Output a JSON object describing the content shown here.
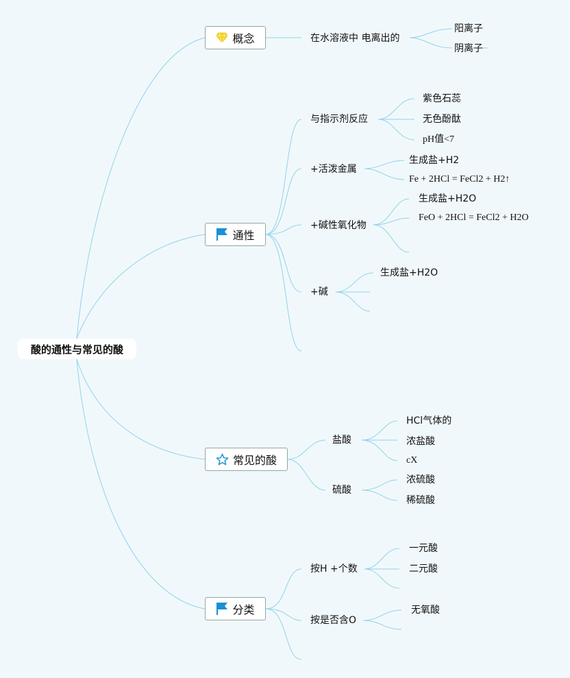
{
  "root": "酸的通性与常见的酸",
  "main": [
    {
      "label": "概念",
      "icon": "diamond-icon"
    },
    {
      "label": "通性",
      "icon": "flag-icon"
    },
    {
      "label": "常见的酸",
      "icon": "star-icon"
    },
    {
      "label": "分类",
      "icon": "flag-icon"
    }
  ],
  "concept": {
    "sub": "在水溶液中 电离出的",
    "items": [
      "阳离子",
      "阴离子"
    ]
  },
  "general": {
    "indicator": {
      "label": "与指示剂反应",
      "items": [
        "紫色石蕊",
        "无色酚酞",
        "pH值<7"
      ]
    },
    "metal": {
      "label": "+活泼金属",
      "items": [
        "生成盐+H2",
        "Fe + 2HCl = FeCl2 + H2↑"
      ]
    },
    "oxide": {
      "label": "+碱性氧化物",
      "items": [
        "生成盐+H2O",
        "FeO + 2HCl = FeCl2 + H2O"
      ]
    },
    "base": {
      "label": "+碱",
      "items": [
        "生成盐+H2O"
      ]
    }
  },
  "common": {
    "hcl": {
      "label": "盐酸",
      "items": [
        "HCl气体的",
        "浓盐酸",
        "cX"
      ]
    },
    "h2so4": {
      "label": "硫酸",
      "items": [
        "浓硫酸",
        "稀硫酸"
      ]
    }
  },
  "classify": {
    "byH": {
      "label": "按H +个数",
      "items": [
        "一元酸",
        "二元酸"
      ]
    },
    "byO": {
      "label": "按是否含O",
      "items": [
        "无氧酸"
      ]
    }
  },
  "colors": {
    "link": "#8fd3ec",
    "box_border": "#8fa7a2",
    "flag": "#1a8fd6",
    "diamond": "#f5d31c",
    "star": "#1a8fd6"
  }
}
